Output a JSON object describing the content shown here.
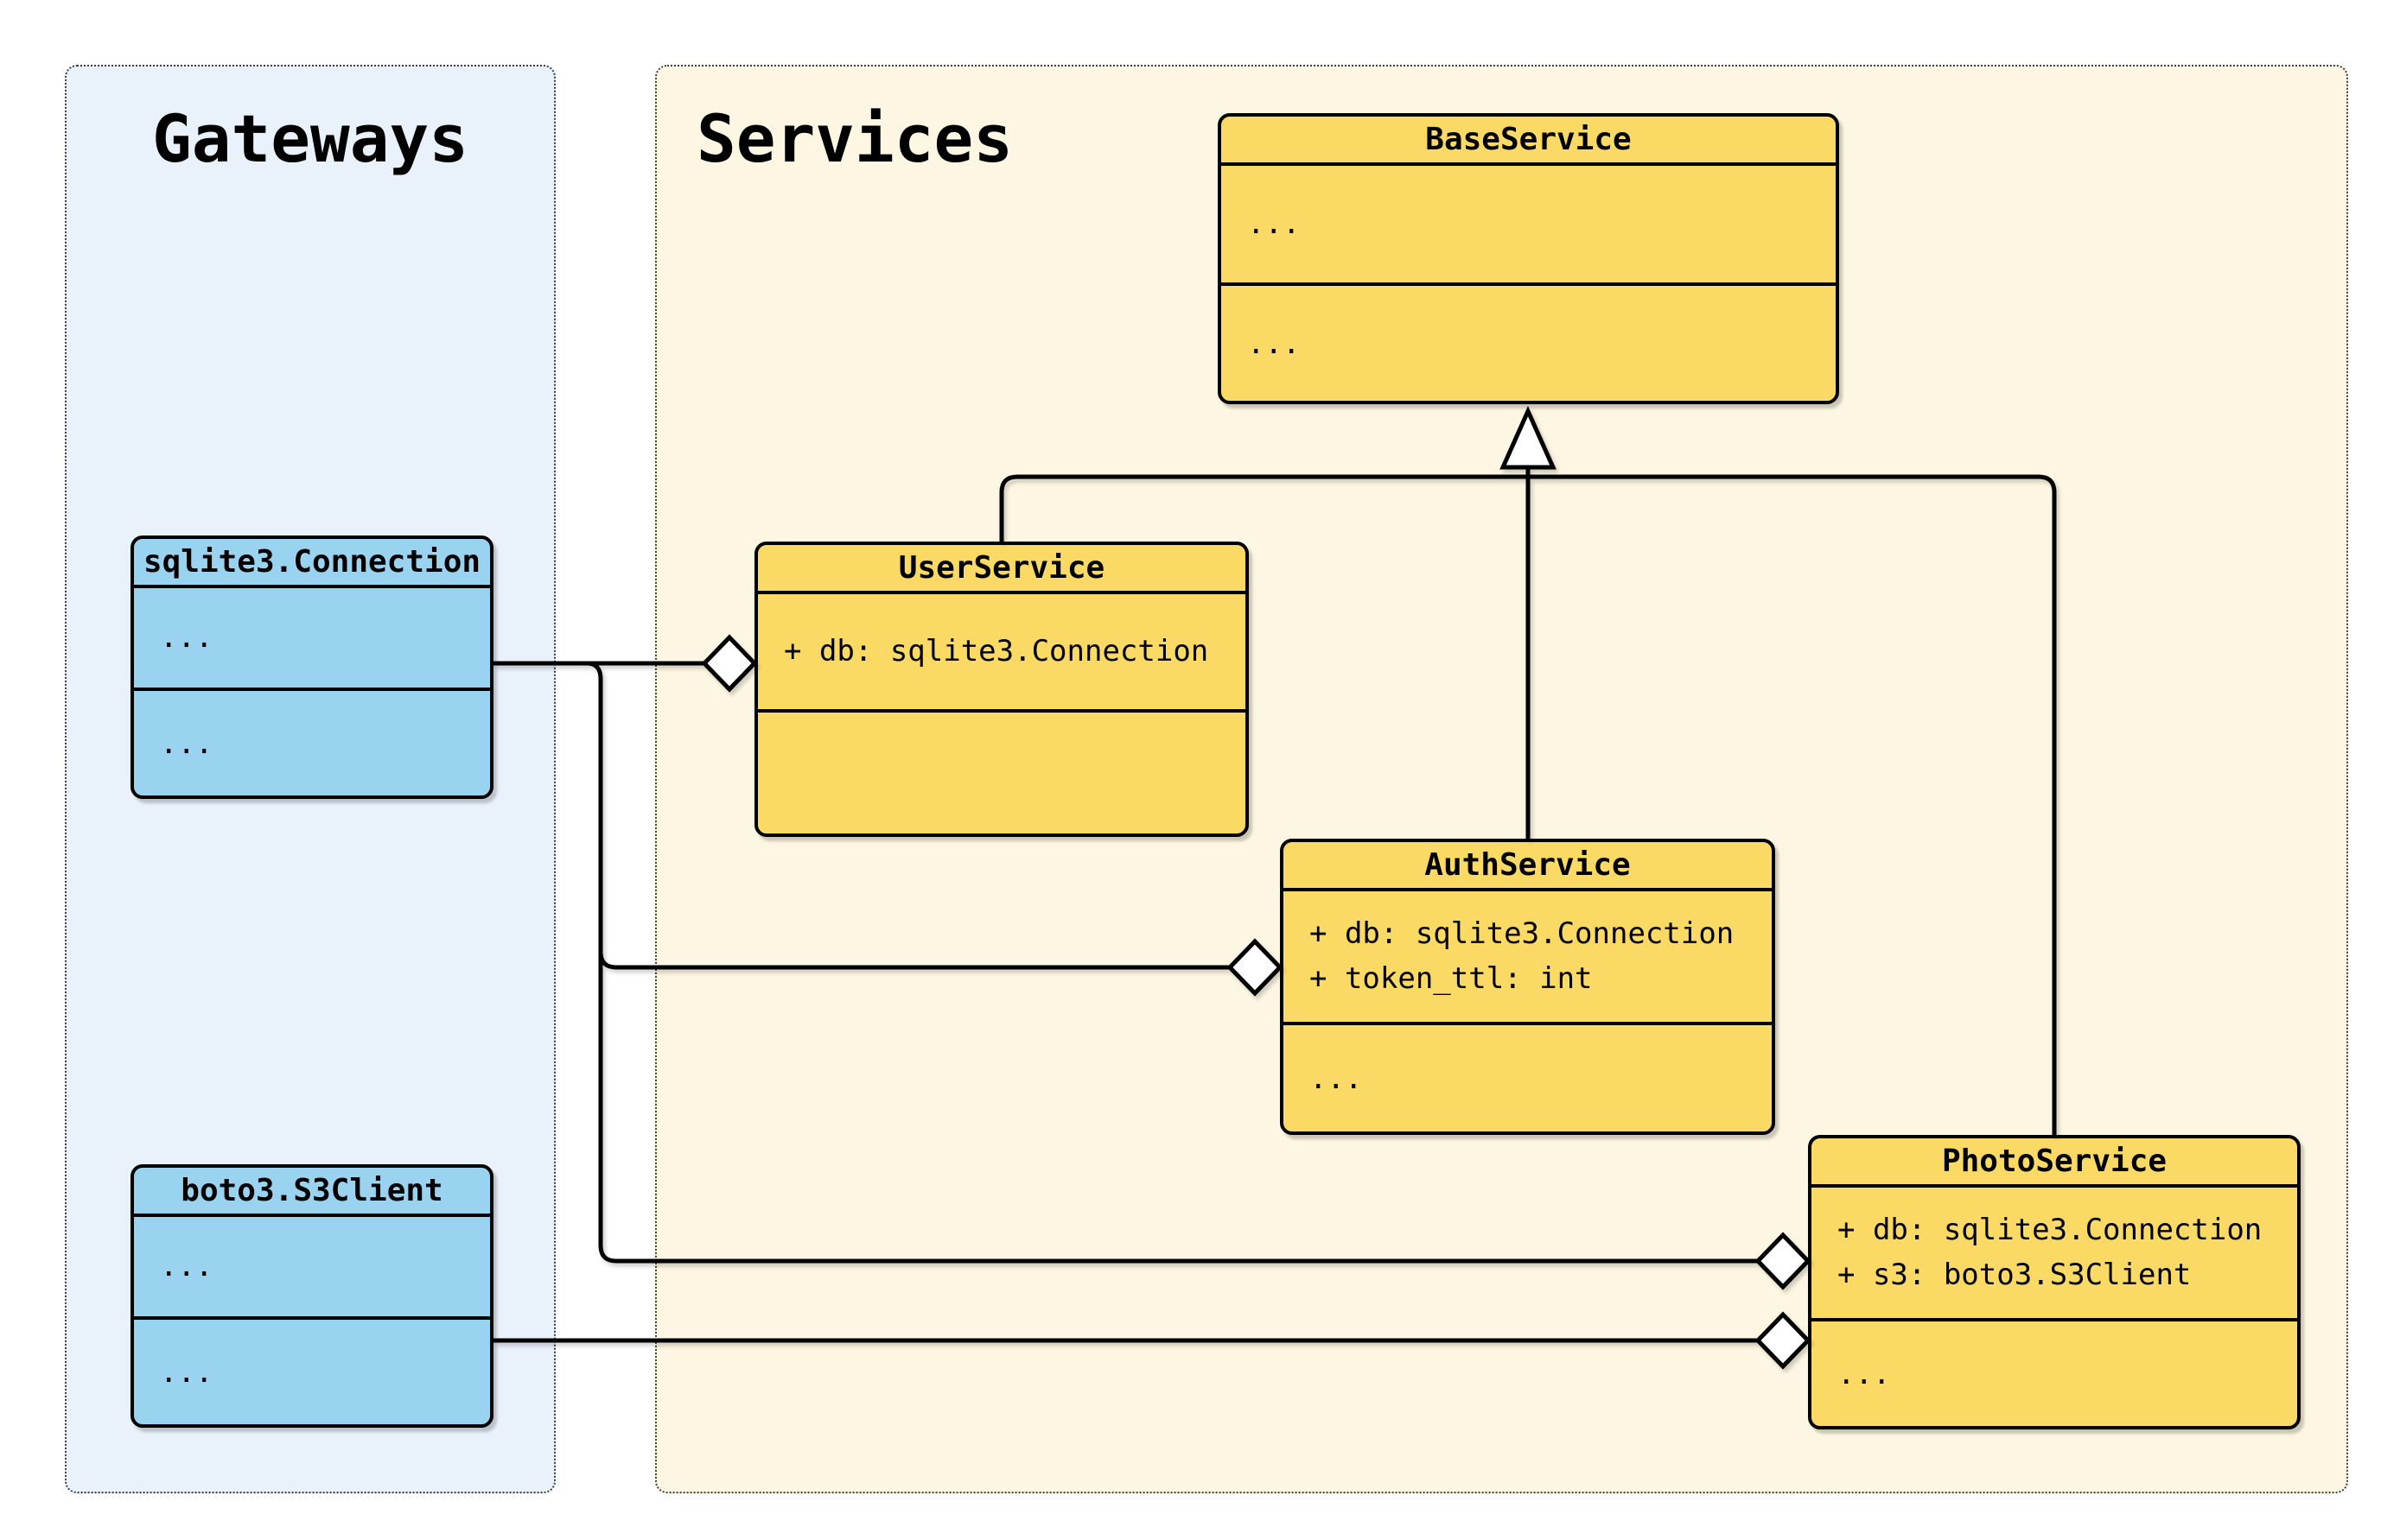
{
  "panels": {
    "gateways": {
      "title": "Gateways"
    },
    "services": {
      "title": "Services"
    }
  },
  "classes": {
    "base_service": {
      "title": "BaseService",
      "attributes": [
        "..."
      ],
      "methods": [
        "..."
      ]
    },
    "user_service": {
      "title": "UserService",
      "attributes": [
        "+ db: sqlite3.Connection"
      ],
      "methods": []
    },
    "auth_service": {
      "title": "AuthService",
      "attributes": [
        "+ db: sqlite3.Connection",
        "+ token_ttl: int"
      ],
      "methods": [
        "..."
      ]
    },
    "photo_service": {
      "title": "PhotoService",
      "attributes": [
        "+ db: sqlite3.Connection",
        "+ s3: boto3.S3Client"
      ],
      "methods": [
        "..."
      ]
    },
    "sqlite3_connection": {
      "title": "sqlite3.Connection",
      "attributes": [
        "..."
      ],
      "methods": [
        "..."
      ]
    },
    "boto3_s3client": {
      "title": "boto3.S3Client",
      "attributes": [
        "..."
      ],
      "methods": [
        "..."
      ]
    }
  },
  "relationships": {
    "inheritance": [
      {
        "child": "UserService",
        "parent": "BaseService"
      },
      {
        "child": "AuthService",
        "parent": "BaseService"
      },
      {
        "child": "PhotoService",
        "parent": "BaseService"
      }
    ],
    "aggregation": [
      {
        "whole": "UserService",
        "part": "sqlite3.Connection"
      },
      {
        "whole": "AuthService",
        "part": "sqlite3.Connection"
      },
      {
        "whole": "PhotoService",
        "part": "sqlite3.Connection"
      },
      {
        "whole": "PhotoService",
        "part": "boto3.S3Client"
      }
    ]
  },
  "colors": {
    "page_bg": "#ffffff",
    "gateway_panel_bg": "#e9f1fa",
    "service_panel_bg": "#fdf6e2",
    "gateway_fill": "#9ad3f0",
    "service_fill": "#fbd965",
    "stroke": "#000000"
  }
}
